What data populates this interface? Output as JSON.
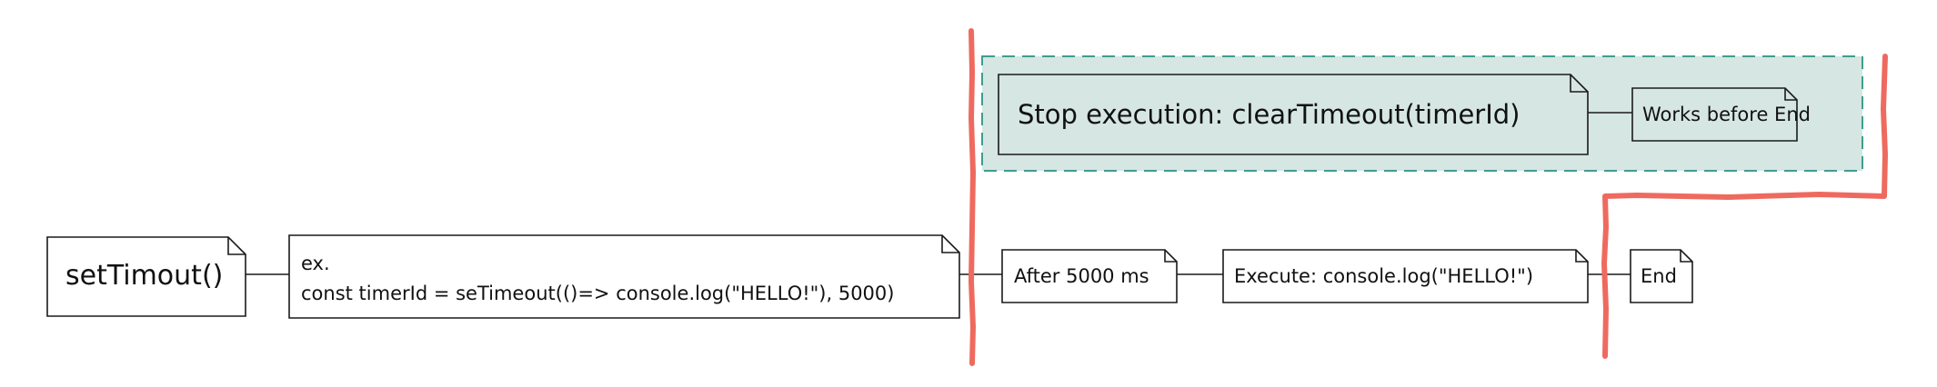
{
  "colors": {
    "stroke": "#1a1a1a",
    "group_fill": "#d6e6e2",
    "group_dash": "#3f9c8f",
    "highlight": "#ee6a5f",
    "background": "#ffffff"
  },
  "nodes": {
    "settimeout": "setTimout()",
    "example_line1": "ex.",
    "example_line2": "const timerId = seTimeout(()=> console.log(\"HELLO!\"), 5000)",
    "after": "After 5000 ms",
    "execute": "Execute:  console.log(\"HELLO!\")",
    "end": "End",
    "stop": "Stop execution: clearTimeout(timerId)",
    "works": "Works before End"
  }
}
